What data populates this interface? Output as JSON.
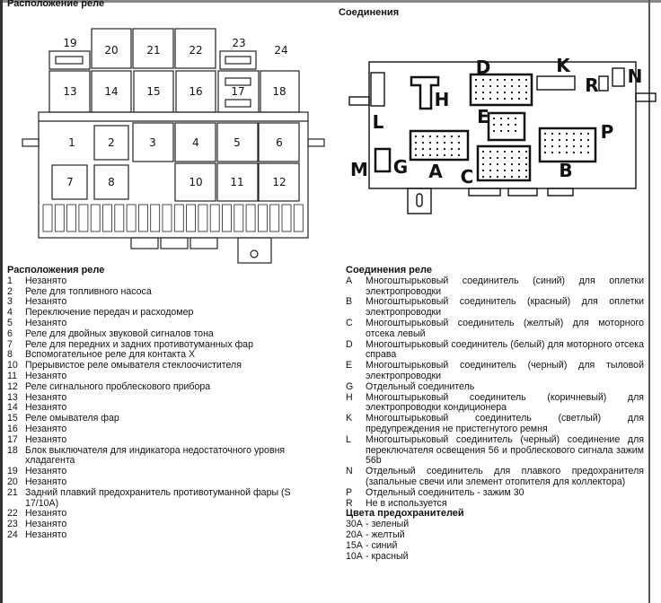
{
  "left_diagram": {
    "title": "Расположение реле",
    "labels": [
      "1",
      "2",
      "3",
      "4",
      "5",
      "6",
      "7",
      "8",
      "10",
      "11",
      "12",
      "13",
      "14",
      "15",
      "16",
      "17",
      "18",
      "19",
      "20",
      "21",
      "22",
      "23",
      "24"
    ]
  },
  "right_diagram": {
    "title": "Соединения",
    "labels": {
      "A": "A",
      "B": "B",
      "C": "C",
      "D": "D",
      "E": "E",
      "G": "G",
      "H": "H",
      "K": "K",
      "L": "L",
      "M": "M",
      "N": "N",
      "P": "P",
      "R": "R"
    }
  },
  "relay_list": {
    "title": "Расположения реле",
    "items": [
      {
        "n": "1",
        "t": "Незанято"
      },
      {
        "n": "2",
        "t": "Реле для топливного насоса"
      },
      {
        "n": "3",
        "t": "Незанято"
      },
      {
        "n": "4",
        "t": "Переключение передач и расходомер"
      },
      {
        "n": "5",
        "t": "Незанято"
      },
      {
        "n": "6",
        "t": "Реле для двойных звуковой сигналов тона"
      },
      {
        "n": "7",
        "t": "Реле для передних и задних противотуманных фар"
      },
      {
        "n": "8",
        "t": "Вспомогательное реле для контакта X"
      },
      {
        "n": "10",
        "t": "Прерывистое реле омывателя стеклоочистителя"
      },
      {
        "n": "11",
        "t": "Незанято"
      },
      {
        "n": "12",
        "t": "Реле сигнального проблескового прибора"
      },
      {
        "n": "13",
        "t": "Незанято"
      },
      {
        "n": "14",
        "t": "Незанято"
      },
      {
        "n": "15",
        "t": "Реле омывателя фар"
      },
      {
        "n": "16",
        "t": "Незанято"
      },
      {
        "n": "17",
        "t": "Незанято"
      },
      {
        "n": "18",
        "t": "Блок выключателя для индикатора недостаточного уровня хладагента"
      },
      {
        "n": "19",
        "t": "Незанято"
      },
      {
        "n": "20",
        "t": "Незанято"
      },
      {
        "n": "21",
        "t": "Задний плавкий предохранитель противотуманной фары (S 17/10A)"
      },
      {
        "n": "22",
        "t": "Незанято"
      },
      {
        "n": "23",
        "t": "Незанято"
      },
      {
        "n": "24",
        "t": "Незанято"
      }
    ]
  },
  "connection_list": {
    "title": "Соединения реле",
    "items": [
      {
        "n": "A",
        "t": "Многоштырьковый соединитель (синий) для оплетки электропроводки"
      },
      {
        "n": "B",
        "t": "Многоштырьковый соединитель (красный) для оплетки электропроводки"
      },
      {
        "n": "C",
        "t": "Многоштырьковый соединитель (желтый) для моторного отсека левый"
      },
      {
        "n": "D",
        "t": "Многоштырьковый соединитель (белый) для моторного отсека справа"
      },
      {
        "n": "E",
        "t": "Многоштырьковый соединитель (черный) для тыловой электропроводки"
      },
      {
        "n": "G",
        "t": "Отдельный соединитель"
      },
      {
        "n": "H",
        "t": "Многоштырьковый соединитель (коричневый) для электропроводки кондиционера"
      },
      {
        "n": "K",
        "t": "Многоштырьковый соединитель (светлый) для предупреждения не пристегнутого ремня"
      },
      {
        "n": "L",
        "t": "Многоштырьковый соединитель (черный) соединение для переключателя освещения 56 и проблескового сигнала зажим 56b"
      },
      {
        "n": "N",
        "t": "Отдельный соединитель для плавкого предохранителя (запальные свечи или элемент отопителя для коллектора)"
      },
      {
        "n": "P",
        "t": "Отдельный соединитель - зажим 30"
      },
      {
        "n": "R",
        "t": "Не в используется"
      }
    ]
  },
  "fuse_colors": {
    "title": "Цвета предохранителей",
    "items": [
      {
        "n": "30A",
        "t": "- зеленый"
      },
      {
        "n": "20A",
        "t": "- желтый"
      },
      {
        "n": "15A",
        "t": "- синий"
      },
      {
        "n": "10A",
        "t": "- красный"
      }
    ]
  }
}
